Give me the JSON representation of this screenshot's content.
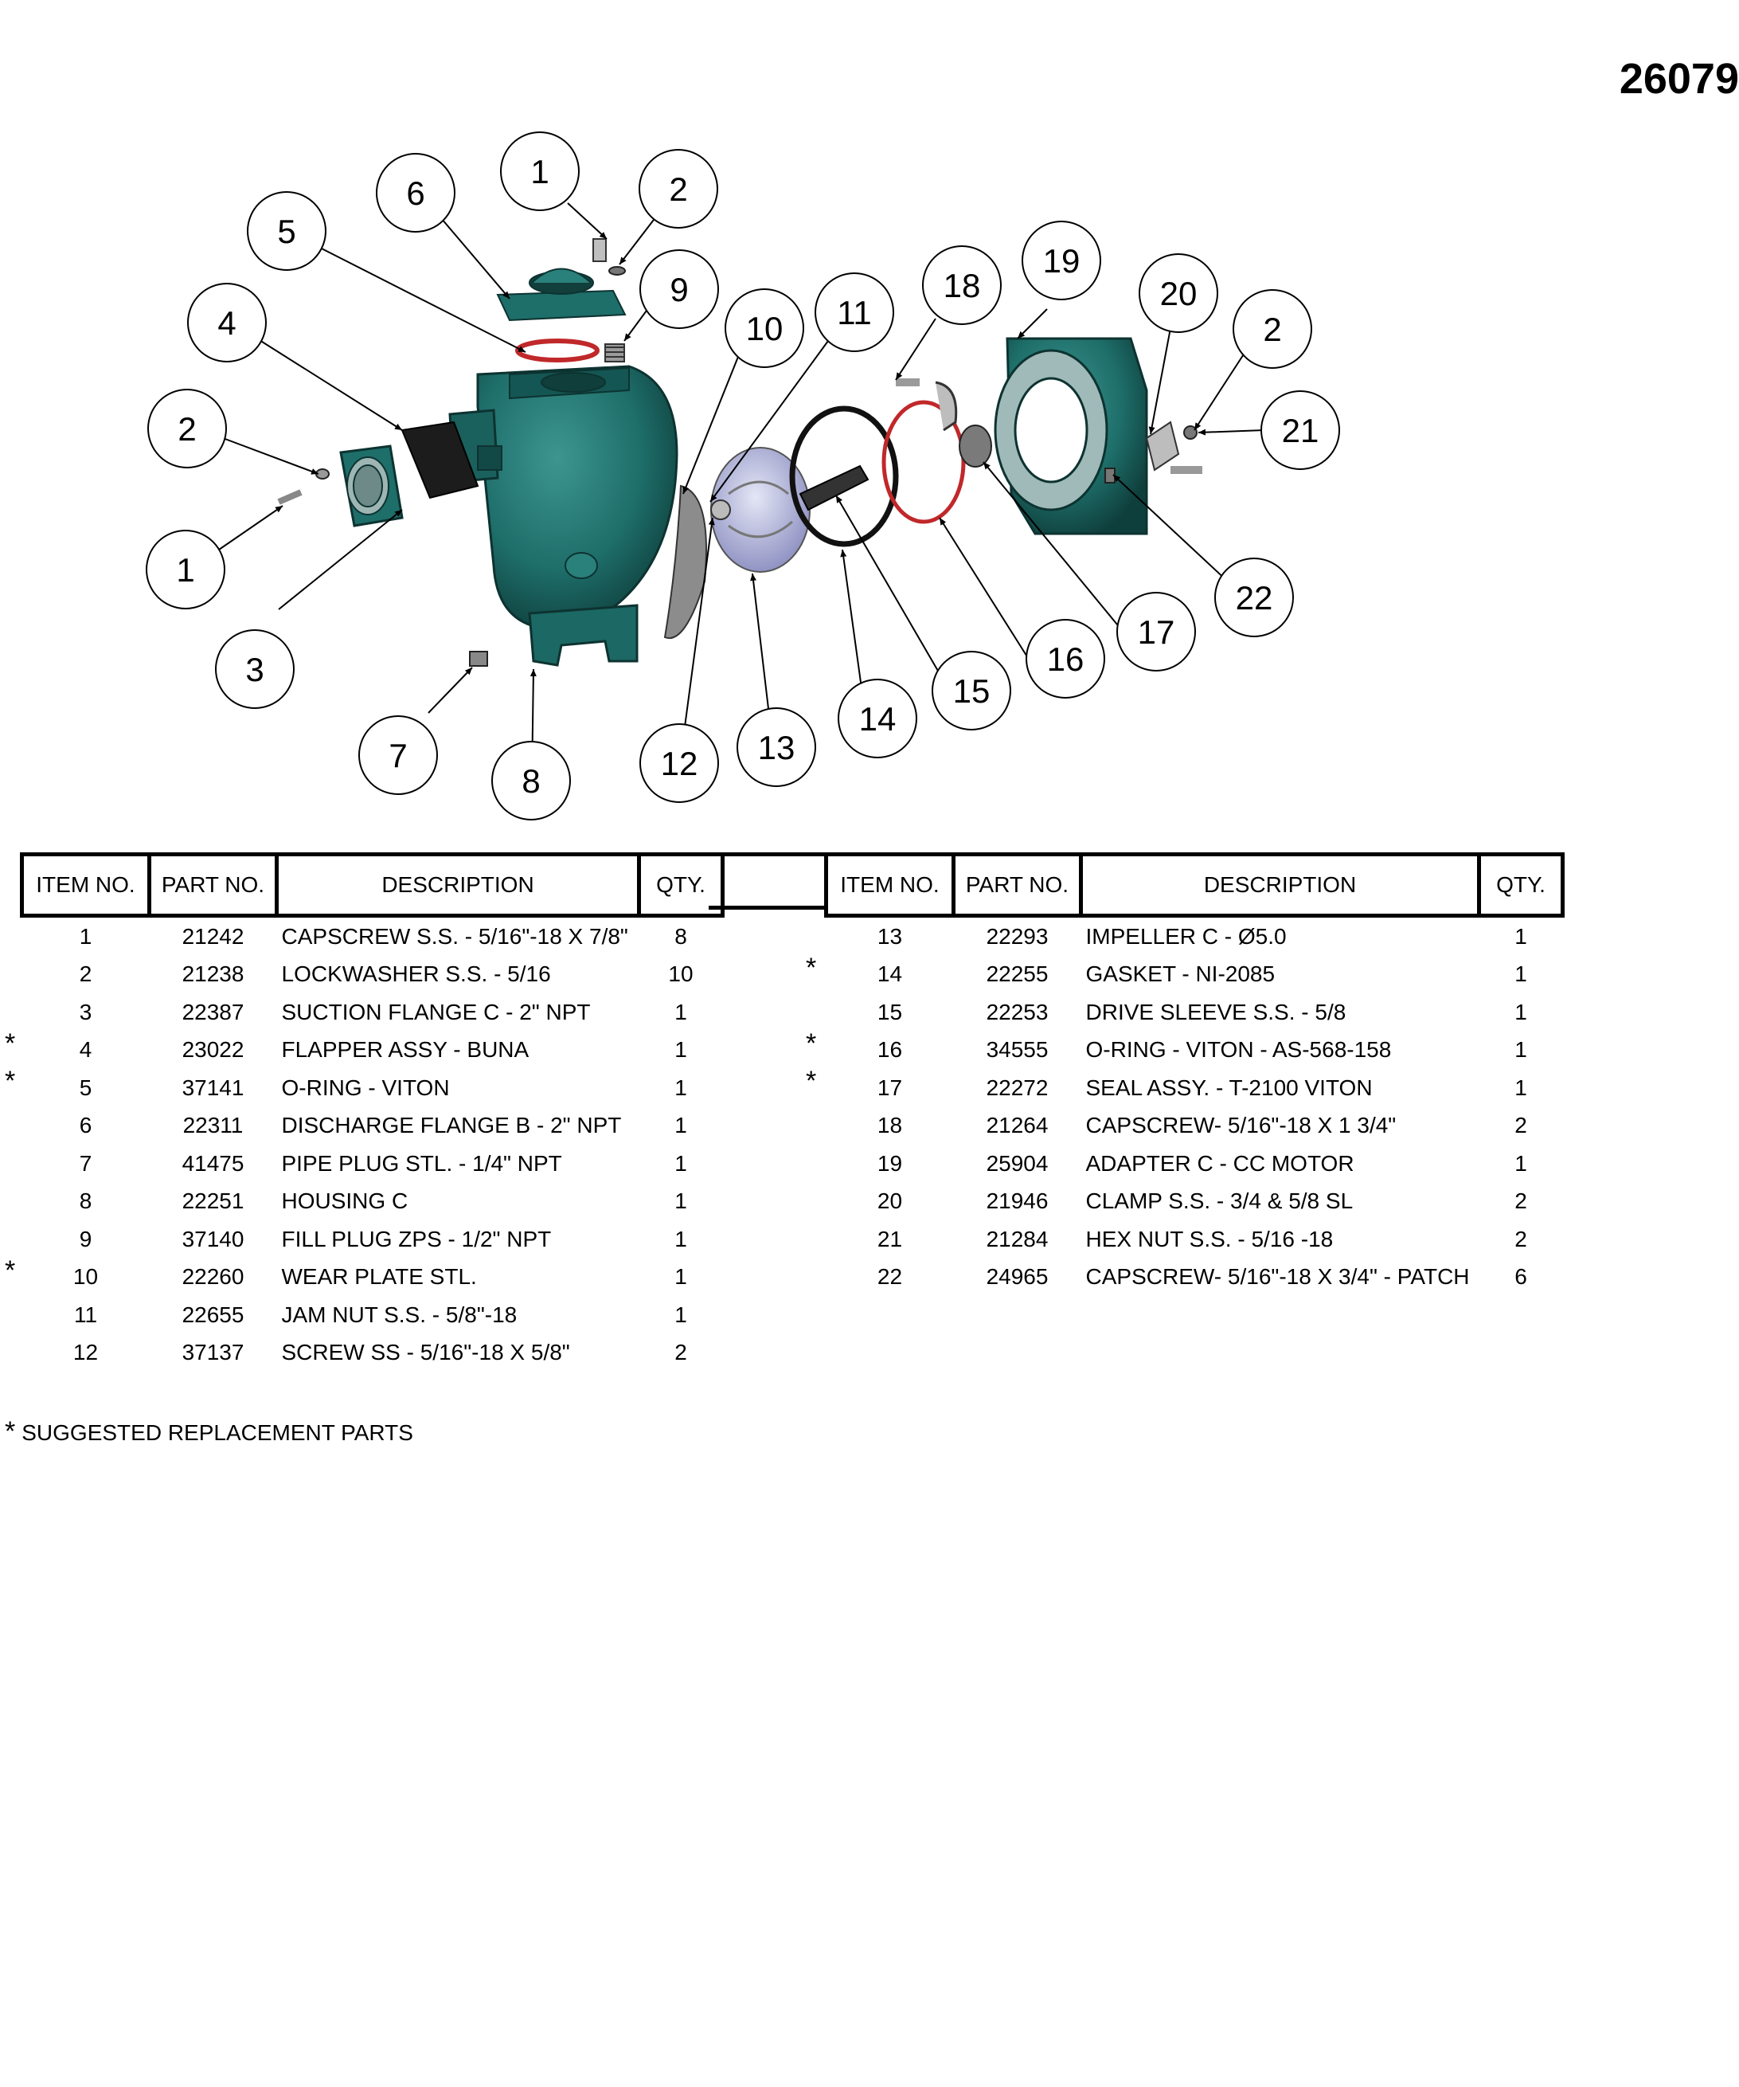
{
  "document_number": "26079",
  "table_headers": {
    "item_no": "ITEM NO.",
    "part_no": "PART NO.",
    "description": "DESCRIPTION",
    "qty": "QTY."
  },
  "replacement_marker": "*",
  "parts_left": [
    {
      "item": "1",
      "part": "21242",
      "description": "CAPSCREW S.S. -  5/16\"-18 X 7/8\"",
      "qty": "8",
      "suggested": false
    },
    {
      "item": "2",
      "part": "21238",
      "description": "LOCKWASHER S.S. -  5/16",
      "qty": "10",
      "suggested": false
    },
    {
      "item": "3",
      "part": "22387",
      "description": "SUCTION FLANGE C - 2\"  NPT",
      "qty": "1",
      "suggested": false
    },
    {
      "item": "4",
      "part": "23022",
      "description": "FLAPPER ASSY -  BUNA",
      "qty": "1",
      "suggested": true
    },
    {
      "item": "5",
      "part": "37141",
      "description": "O-RING - VITON",
      "qty": "1",
      "suggested": true
    },
    {
      "item": "6",
      "part": "22311",
      "description": "DISCHARGE FLANGE B -  2\" NPT",
      "qty": "1",
      "suggested": false
    },
    {
      "item": "7",
      "part": "41475",
      "description": "PIPE PLUG STL. - 1/4\" NPT",
      "qty": "1",
      "suggested": false
    },
    {
      "item": "8",
      "part": "22251",
      "description": "HOUSING C",
      "qty": "1",
      "suggested": false
    },
    {
      "item": "9",
      "part": "37140",
      "description": "FILL PLUG ZPS - 1/2\" NPT",
      "qty": "1",
      "suggested": false
    },
    {
      "item": "10",
      "part": "22260",
      "description": "WEAR PLATE STL.",
      "qty": "1",
      "suggested": true
    },
    {
      "item": "11",
      "part": "22655",
      "description": "JAM NUT S.S. - 5/8\"-18",
      "qty": "1",
      "suggested": false
    },
    {
      "item": "12",
      "part": "37137",
      "description": "SCREW SS - 5/16\"-18 X 5/8\"",
      "qty": "2",
      "suggested": false
    }
  ],
  "parts_right": [
    {
      "item": "13",
      "part": "22293",
      "description": "IMPELLER C - Ø5.0",
      "qty": "1",
      "suggested": false
    },
    {
      "item": "14",
      "part": "22255",
      "description": "GASKET - NI-2085",
      "qty": "1",
      "suggested": true
    },
    {
      "item": "15",
      "part": "22253",
      "description": "DRIVE SLEEVE S.S. - 5/8",
      "qty": "1",
      "suggested": false
    },
    {
      "item": "16",
      "part": "34555",
      "description": "O-RING - VITON - AS-568-158",
      "qty": "1",
      "suggested": true
    },
    {
      "item": "17",
      "part": "22272",
      "description": "SEAL ASSY. - T-2100 VITON",
      "qty": "1",
      "suggested": true
    },
    {
      "item": "18",
      "part": "21264",
      "description": "CAPSCREW- 5/16\"-18 X 1 3/4\"",
      "qty": "2",
      "suggested": false
    },
    {
      "item": "19",
      "part": "25904",
      "description": "ADAPTER C - CC MOTOR",
      "qty": "1",
      "suggested": false
    },
    {
      "item": "20",
      "part": "21946",
      "description": "CLAMP S.S. - 3/4 & 5/8 SL",
      "qty": "2",
      "suggested": false
    },
    {
      "item": "21",
      "part": "21284",
      "description": "HEX NUT S.S. - 5/16 -18",
      "qty": "2",
      "suggested": false
    },
    {
      "item": "22",
      "part": "24965",
      "description": "CAPSCREW- 5/16\"-18 X 3/4\" - PATCH",
      "qty": "6",
      "suggested": false
    }
  ],
  "balloons": [
    "1",
    "2",
    "3",
    "4",
    "5",
    "6",
    "7",
    "8",
    "9",
    "10",
    "11",
    "12",
    "13",
    "14",
    "15",
    "16",
    "17",
    "18",
    "19",
    "20",
    "21",
    "22"
  ],
  "legend_text": "SUGGESTED REPLACEMENT PARTS",
  "colors": {
    "housing": "#1e6e6a",
    "housing_dark": "#124845",
    "oring": "#c0282a",
    "impeller": "#a9acd4",
    "plate": "#8c8c8c"
  }
}
